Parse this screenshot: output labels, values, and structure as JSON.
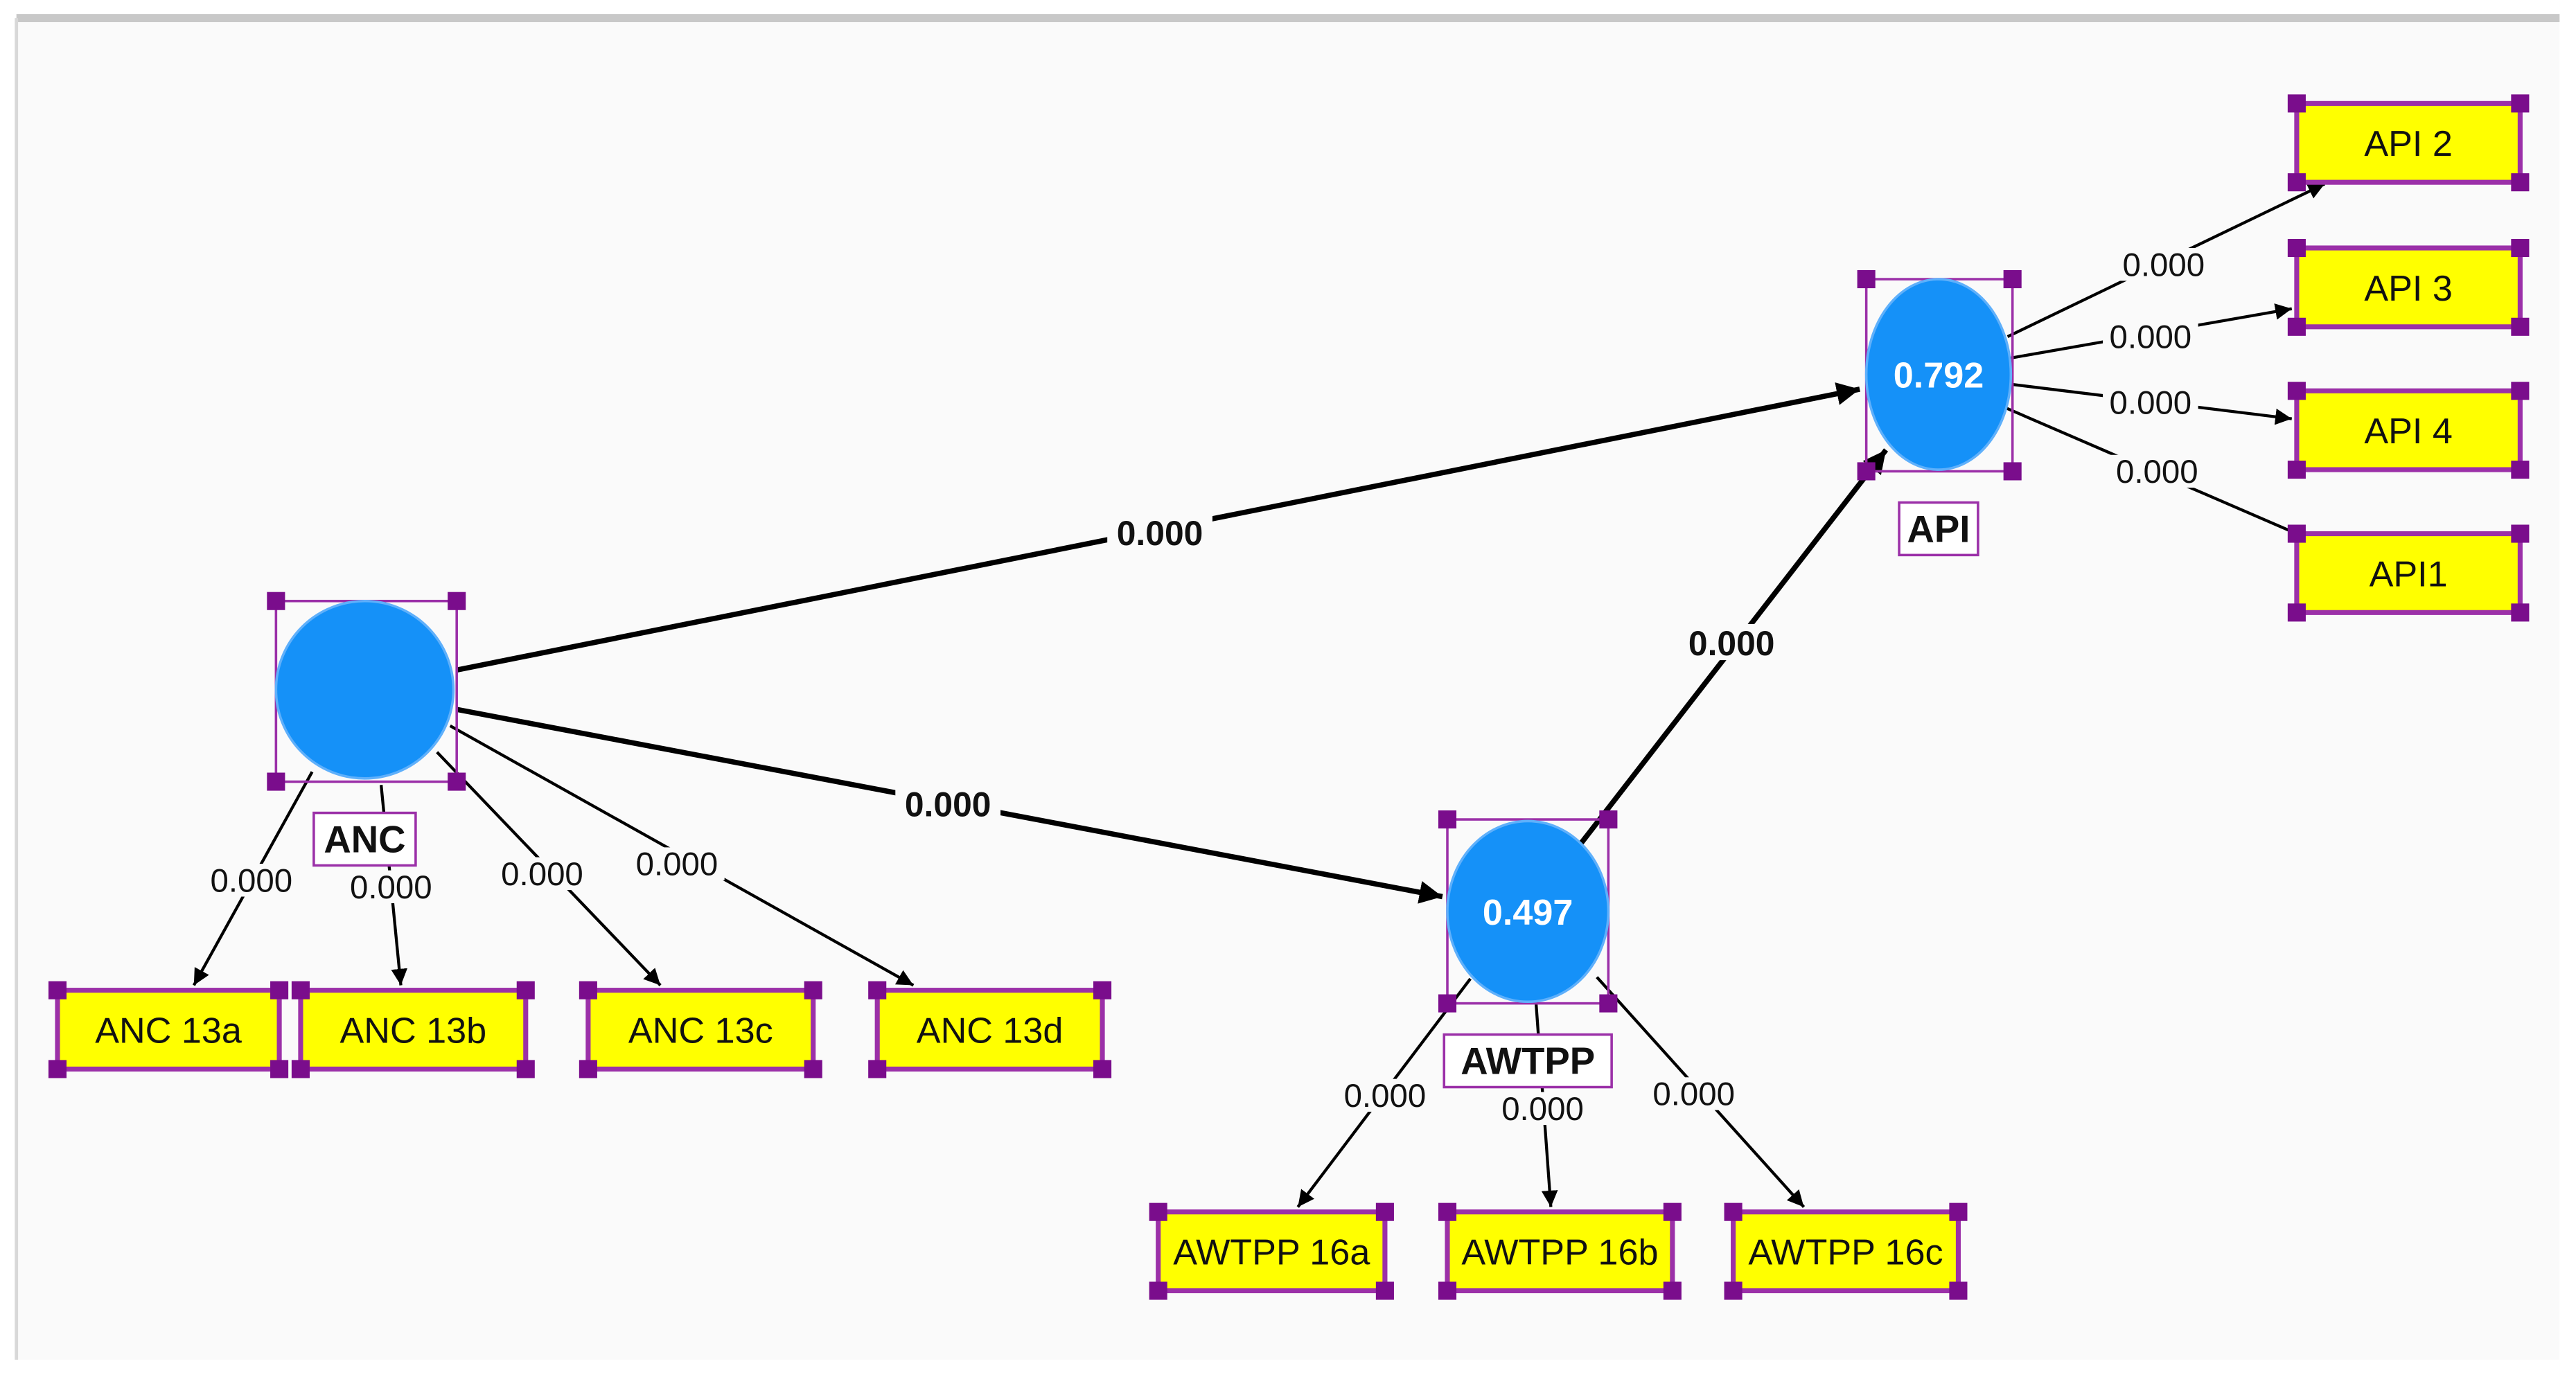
{
  "constructs": [
    {
      "id": "anc",
      "label": "ANC",
      "value": ""
    },
    {
      "id": "awtpp",
      "label": "AWTPP",
      "value": "0.497"
    },
    {
      "id": "api",
      "label": "API",
      "value": "0.792"
    }
  ],
  "indicators": [
    {
      "id": "anc13a",
      "label": "ANC 13a"
    },
    {
      "id": "anc13b",
      "label": "ANC 13b"
    },
    {
      "id": "anc13c",
      "label": "ANC 13c"
    },
    {
      "id": "anc13d",
      "label": "ANC 13d"
    },
    {
      "id": "awtpp16a",
      "label": "AWTPP 16a"
    },
    {
      "id": "awtpp16b",
      "label": "AWTPP 16b"
    },
    {
      "id": "awtpp16c",
      "label": "AWTPP 16c"
    },
    {
      "id": "api2",
      "label": "API 2"
    },
    {
      "id": "api3",
      "label": "API 3"
    },
    {
      "id": "api4",
      "label": "API 4"
    },
    {
      "id": "api1",
      "label": "API1"
    }
  ],
  "paths": [
    {
      "from": "anc",
      "to": "api",
      "label": "0.000",
      "type": "structural"
    },
    {
      "from": "anc",
      "to": "awtpp",
      "label": "0.000",
      "type": "structural"
    },
    {
      "from": "awtpp",
      "to": "api",
      "label": "0.000",
      "type": "structural"
    },
    {
      "from": "anc",
      "to": "anc13a",
      "label": "0.000",
      "type": "loading"
    },
    {
      "from": "anc",
      "to": "anc13b",
      "label": "0.000",
      "type": "loading"
    },
    {
      "from": "anc",
      "to": "anc13c",
      "label": "0.000",
      "type": "loading"
    },
    {
      "from": "anc",
      "to": "anc13d",
      "label": "0.000",
      "type": "loading"
    },
    {
      "from": "awtpp",
      "to": "awtpp16a",
      "label": "0.000",
      "type": "loading"
    },
    {
      "from": "awtpp",
      "to": "awtpp16b",
      "label": "0.000",
      "type": "loading"
    },
    {
      "from": "awtpp",
      "to": "awtpp16c",
      "label": "0.000",
      "type": "loading"
    },
    {
      "from": "api",
      "to": "api2",
      "label": "0.000",
      "type": "loading"
    },
    {
      "from": "api",
      "to": "api3",
      "label": "0.000",
      "type": "loading"
    },
    {
      "from": "api",
      "to": "api4",
      "label": "0.000",
      "type": "loading"
    },
    {
      "from": "api",
      "to": "api1",
      "label": "0.000",
      "type": "loading"
    }
  ],
  "colors": {
    "construct": "#1591f8",
    "indicator_fill": "#ffff00",
    "indicator_border": "#9b30a8",
    "handle": "#7a0d8c",
    "arrow": "#000000",
    "canvas": "#fafafa"
  }
}
